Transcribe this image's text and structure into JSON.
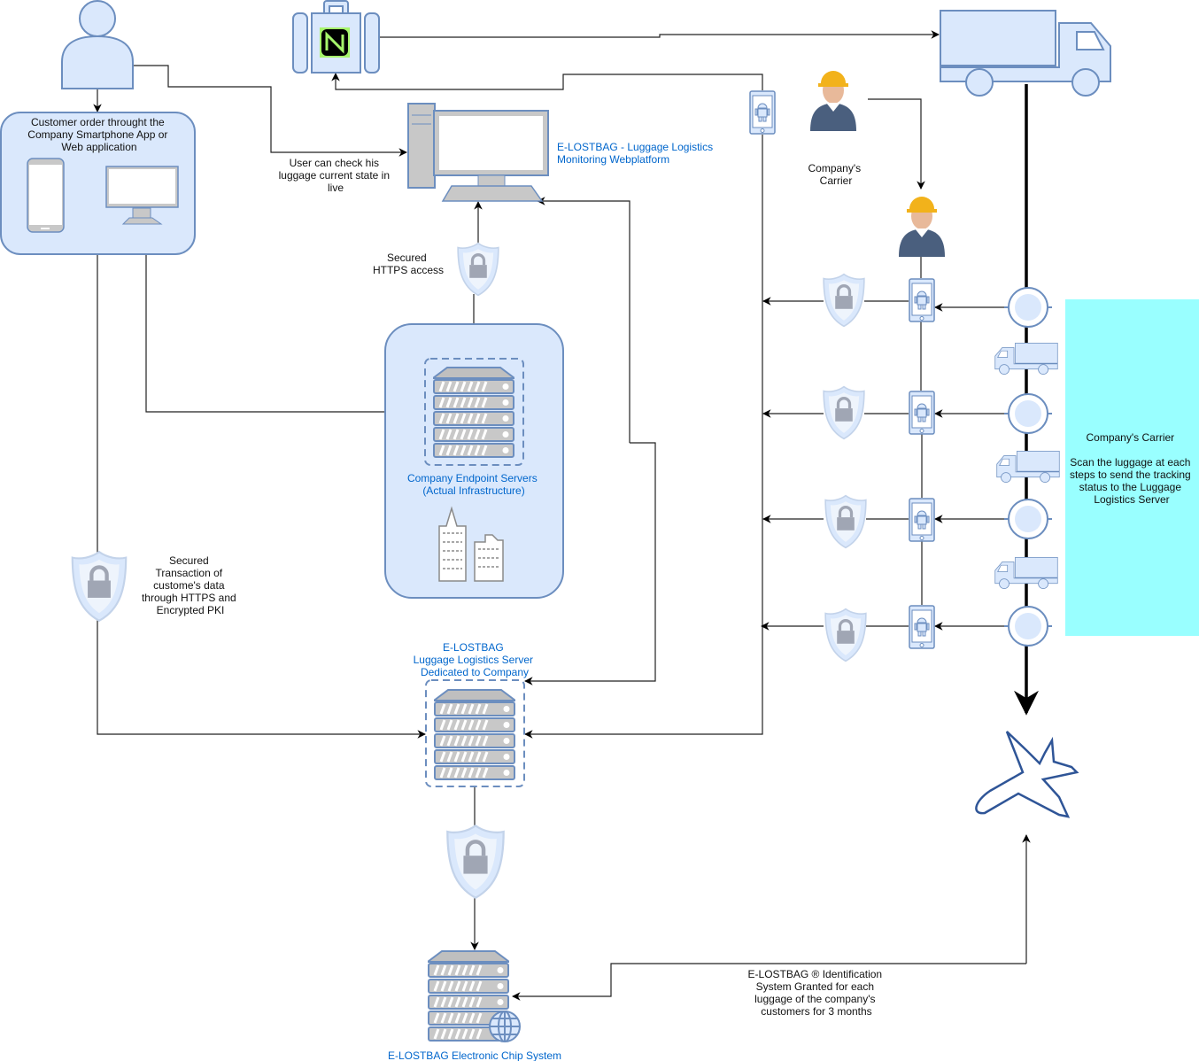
{
  "colors": {
    "accent_text": "#0066CC",
    "shape_fill": "#dae8fc",
    "shape_stroke": "#6c8ebf",
    "note_fill": "#99FFFF",
    "nfc_green": "#a6f56b"
  },
  "customer_box": {
    "lines": [
      "Customer order throught the",
      "Company Smartphone App or",
      "Web application"
    ]
  },
  "user_check": {
    "lines": [
      "User can check his",
      "luggage current state in",
      "live"
    ]
  },
  "webplatform": {
    "lines": [
      "E-LOSTBAG - Luggage Logistics",
      "Monitoring Webplatform"
    ]
  },
  "https_access": {
    "lines": [
      "Secured",
      "HTTPS access"
    ]
  },
  "endpoint_servers": {
    "lines": [
      "Company Endpoint Servers",
      "(Actual Infrastructure)"
    ]
  },
  "secured_transaction": {
    "lines": [
      "Secured",
      "Transaction of",
      "custome's data",
      "through HTTPS and",
      "Encrypted PKI"
    ]
  },
  "logistics_server": {
    "lines": [
      "E-LOSTBAG",
      "Luggage Logistics Server",
      "Dedicated to Company"
    ]
  },
  "chip_system": {
    "label": "E-LOSTBAG Electronic Chip System"
  },
  "identification": {
    "lines": [
      "E-LOSTBAG ® Identification",
      "System Granted for each",
      "luggage of the company's",
      "customers for 3 months"
    ]
  },
  "carrier_label": {
    "lines": [
      "Company's",
      "Carrier"
    ]
  },
  "carrier_note": {
    "title": "Company's Carrier",
    "lines": [
      "Scan the luggage at each",
      "steps to send the tracking",
      "status to the Luggage",
      "Logistics Server"
    ]
  }
}
